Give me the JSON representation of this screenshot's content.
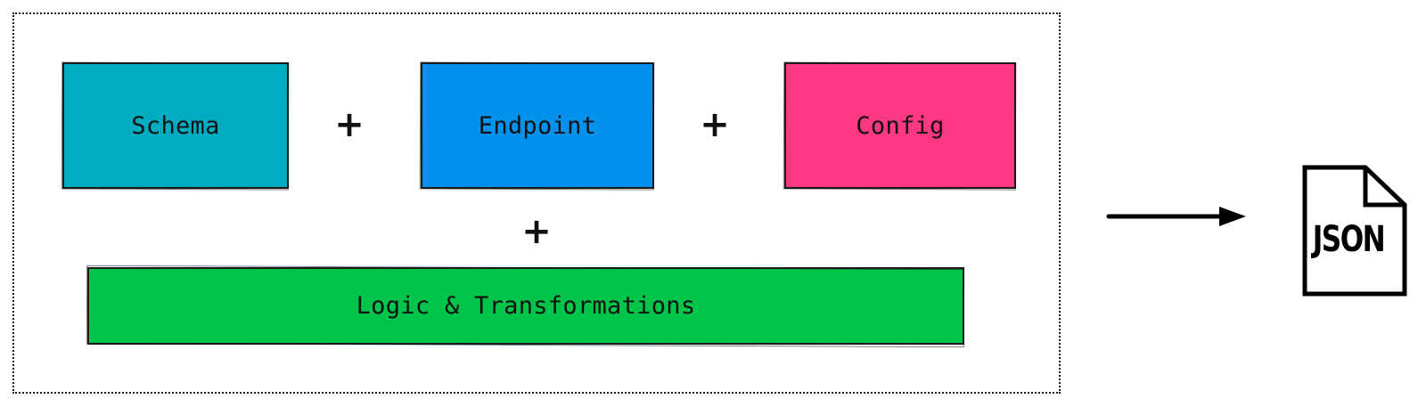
{
  "diagram": {
    "boxes": {
      "schema": {
        "label": "Schema",
        "color": "#00acc1"
      },
      "endpoint": {
        "label": "Endpoint",
        "color": "#0291ed"
      },
      "config": {
        "label": "Config",
        "color": "#fc3883"
      },
      "logic": {
        "label": "Logic & Transformations",
        "color": "#00c54a"
      }
    },
    "operators": {
      "plus_1": "+",
      "plus_2": "+",
      "plus_3": "+"
    },
    "output": {
      "icon": "json-file-icon",
      "label": "JSON"
    }
  }
}
